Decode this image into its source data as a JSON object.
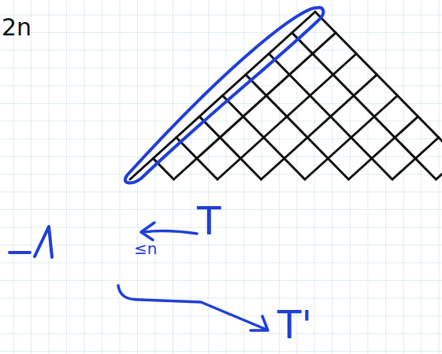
{
  "diagram": {
    "labels": [
      "2n",
      "T",
      "≤n",
      "T'"
    ]
  }
}
